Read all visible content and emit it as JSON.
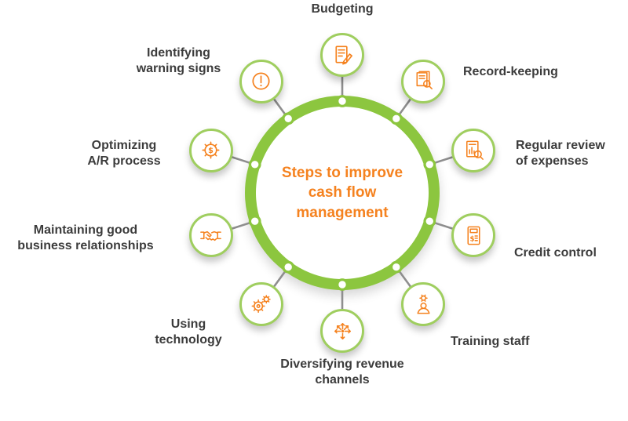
{
  "title": "Steps to improve cash flow management",
  "center": {
    "label": "Steps to improve\ncash flow\nmanagement"
  },
  "colors": {
    "green": "#8CC63F",
    "green_light": "#9FCE5F",
    "orange": "#F5821F",
    "spoke": "#8E8E8E",
    "label_text": "#3C3C3C",
    "background": "#FFFFFF"
  },
  "items": [
    {
      "id": "budgeting",
      "label": "Budgeting",
      "icon": "budget-plan-icon"
    },
    {
      "id": "record-keeping",
      "label": "Record-keeping",
      "icon": "record-keeping-icon"
    },
    {
      "id": "regular-review",
      "label": "Regular review\nof expenses",
      "icon": "expense-review-icon"
    },
    {
      "id": "credit-control",
      "label": "Credit control",
      "icon": "calculator-dollar-icon"
    },
    {
      "id": "training-staff",
      "label": "Training staff",
      "icon": "training-gear-person-icon"
    },
    {
      "id": "diversifying",
      "label": "Diversifying revenue\nchannels",
      "icon": "diversify-arrows-icon"
    },
    {
      "id": "using-technology",
      "label": "Using\ntechnology",
      "icon": "gears-icon"
    },
    {
      "id": "maintaining-relationships",
      "label": "Maintaining good\nbusiness relationships",
      "icon": "handshake-icon"
    },
    {
      "id": "optimizing-ar",
      "label": "Optimizing\nA/R process",
      "icon": "gear-dollar-icon"
    },
    {
      "id": "identifying-warning",
      "label": "Identifying\nwarning signs",
      "icon": "warning-sign-icon"
    }
  ]
}
